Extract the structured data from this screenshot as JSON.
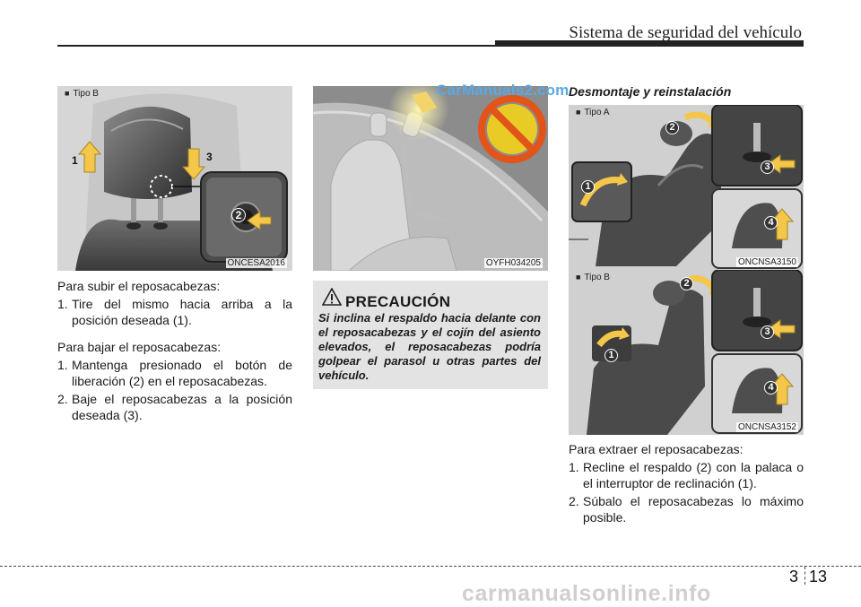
{
  "header": {
    "title": "Sistema de seguridad del vehículo"
  },
  "figures": {
    "fig1": {
      "tag": "Tipo B",
      "caption": "ONCESA2016",
      "callouts": [
        "1",
        "2",
        "3"
      ]
    },
    "fig2": {
      "caption": "OYFH034205"
    },
    "fig3": {
      "tag": "Tipo A",
      "caption": "ONCNSA3150",
      "callouts": [
        "1",
        "2",
        "3",
        "4"
      ]
    },
    "fig4": {
      "tag": "Tipo B",
      "caption": "ONCNSA3152",
      "callouts": [
        "1",
        "2",
        "3",
        "4"
      ]
    }
  },
  "col1": {
    "raise_intro": "Para subir el reposacabezas:",
    "raise_steps": [
      {
        "num": "1.",
        "text": "Tire del mismo hacia arriba a la posición deseada (1)."
      }
    ],
    "lower_intro": "Para bajar el reposacabezas:",
    "lower_steps": [
      {
        "num": "1.",
        "text": "Mantenga presionado el botón de liberación (2) en el reposacabezas."
      },
      {
        "num": "2.",
        "text": "Baje el reposacabezas a la posición deseada (3)."
      }
    ]
  },
  "caution": {
    "title": "PRECAUCIÓN",
    "body": "Si inclina el respaldo hacia delante con el reposacabezas y el cojín del asiento elevados, el reposacabezas podría golpear el parasol u otras partes del vehículo."
  },
  "col3": {
    "heading": "Desmontaje y reinstalación",
    "remove_intro": "Para extraer el reposacabezas:",
    "remove_steps": [
      {
        "num": "1.",
        "text": "Recline el respaldo (2) con la palaca o el interruptor de reclinación (1)."
      },
      {
        "num": "2.",
        "text": "Súbalo el reposacabezas lo máximo posible."
      }
    ]
  },
  "footer": {
    "chapter": "3",
    "page": "13"
  },
  "watermarks": {
    "top": "CarManuals2.com",
    "bottom": "carmanualsonline.info"
  },
  "colors": {
    "arrow_yellow": "#f4c64a",
    "prohibit_yellow": "#f2d21a",
    "prohibit_red": "#e2541a",
    "caution_bg": "#e3e3e3"
  }
}
